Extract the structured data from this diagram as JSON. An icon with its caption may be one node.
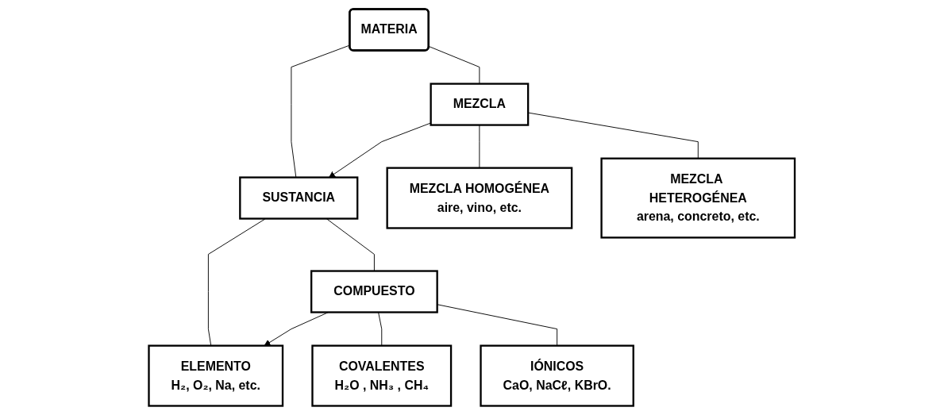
{
  "diagram": {
    "nodes": [
      {
        "text": [
          "MATERIA"
        ]
      },
      {
        "text": [
          "MEZCLA"
        ]
      },
      {
        "text": [
          "SUSTANCIA"
        ]
      },
      {
        "text": [
          "MEZCLA HOMOGÉNEA",
          "aire, vino, etc."
        ]
      },
      {
        "text": [
          "MEZCLA HETEROGÉNEA",
          "arena, concreto, etc."
        ]
      },
      {
        "text": [
          "COMPUESTO"
        ]
      },
      {
        "text": [
          "ELEMENTO",
          "H₂, O₂, Na, etc."
        ]
      },
      {
        "text": [
          "COVALENTES",
          "H₂O , NH₃ , CH₄"
        ]
      },
      {
        "text": [
          "IÓNICOS",
          "CaO, NaCℓ, KBrO."
        ]
      }
    ],
    "edges": [
      {
        "from": 0,
        "to": 1,
        "arrow": "none"
      },
      {
        "from": 0,
        "to": 2,
        "arrow": "none"
      },
      {
        "from": 1,
        "to": 2,
        "arrow": "to"
      },
      {
        "from": 1,
        "to": 3,
        "arrow": "none"
      },
      {
        "from": 1,
        "to": 4,
        "arrow": "none"
      },
      {
        "from": 2,
        "to": 5,
        "arrow": "none"
      },
      {
        "from": 2,
        "to": 6,
        "arrow": "none"
      },
      {
        "from": 5,
        "to": 6,
        "arrow": "to"
      },
      {
        "from": 5,
        "to": 7,
        "arrow": "none"
      },
      {
        "from": 5,
        "to": 8,
        "arrow": "none"
      }
    ]
  }
}
